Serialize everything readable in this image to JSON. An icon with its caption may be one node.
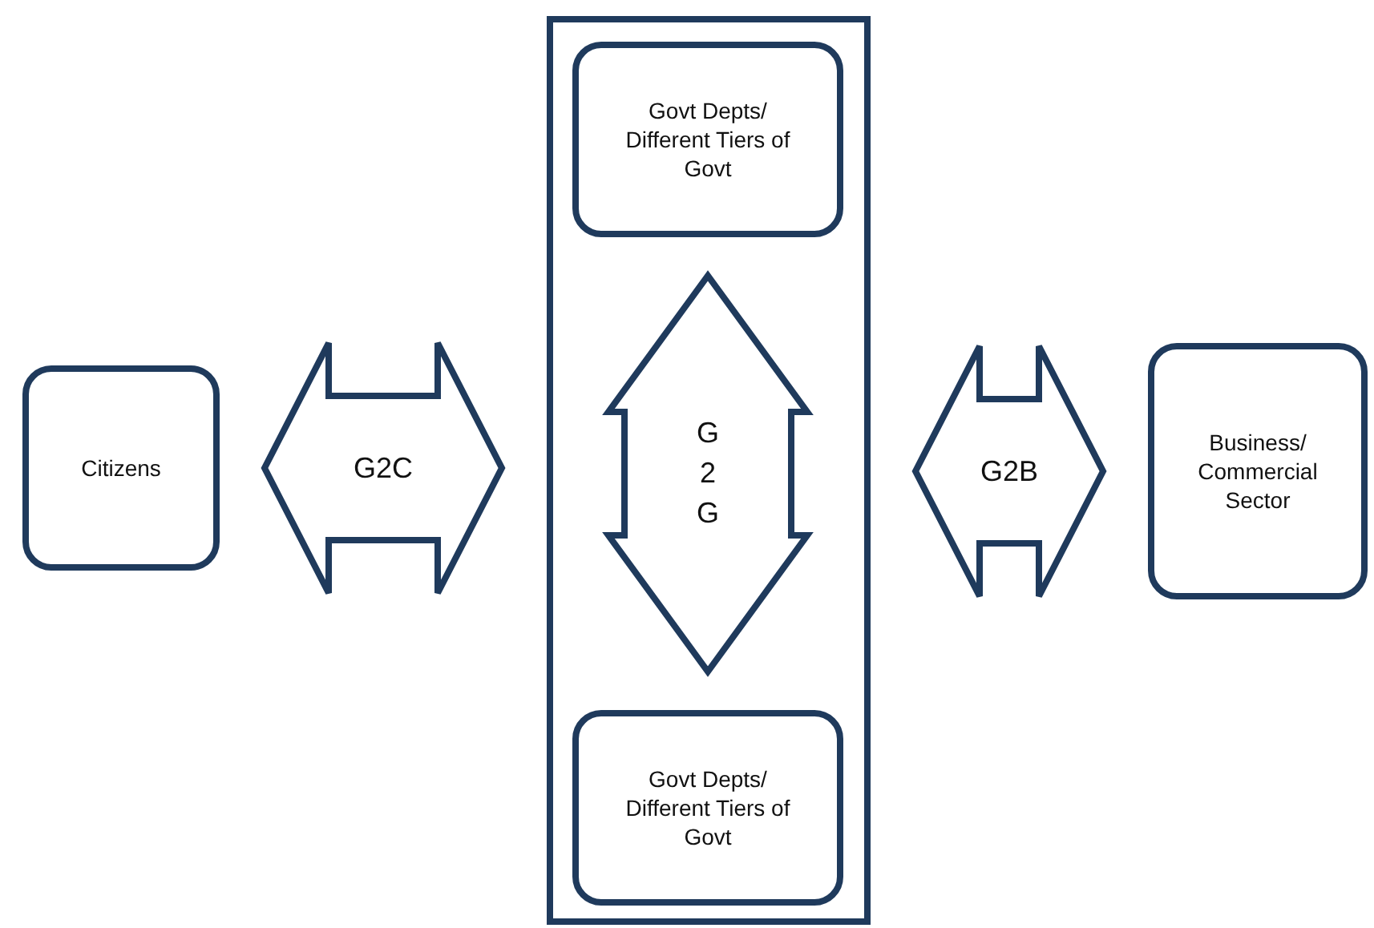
{
  "diagram": {
    "nodes": [
      {
        "text": [
          "Citizens"
        ]
      },
      {
        "text": [],
        "shape": "box"
      },
      {
        "text": [
          "Govt Depts/ Different Tiers of Govt"
        ],
        "in": 1
      },
      {
        "text": [
          "Govt Depts/ Different Tiers of Govt"
        ],
        "in": 1
      },
      {
        "text": [
          "Business/ Commercial Sector"
        ]
      }
    ],
    "edges": [
      {
        "from": 0,
        "to": 1,
        "arrow": "both",
        "label": "G2C"
      },
      {
        "from": 2,
        "to": 3,
        "arrow": "both",
        "label": "G2G"
      },
      {
        "from": 1,
        "to": 4,
        "arrow": "both",
        "label": "G2B"
      }
    ]
  }
}
